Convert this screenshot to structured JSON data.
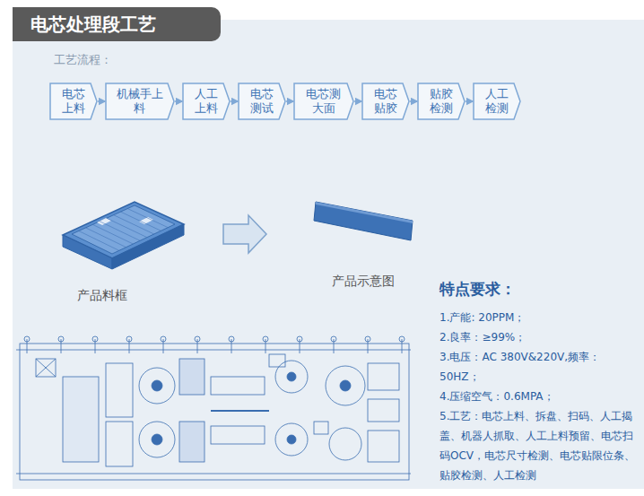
{
  "diagram": {
    "title": "电芯处理段工艺",
    "nodes": [
      {
        "text": [
          "电芯 上料"
        ]
      },
      {
        "text": [
          "机械手上 料"
        ]
      },
      {
        "text": [
          "人工 上料"
        ]
      },
      {
        "text": [
          "电芯 测试"
        ]
      },
      {
        "text": [
          "电芯测 大面"
        ]
      },
      {
        "text": [
          "电芯 贴胶"
        ]
      },
      {
        "text": [
          "贴胶 检测"
        ]
      },
      {
        "text": [
          "人工 检测"
        ]
      }
    ],
    "edges": [
      {
        "from": 0,
        "to": 1,
        "arrow": "to"
      },
      {
        "from": 1,
        "to": 2,
        "arrow": "to"
      },
      {
        "from": 2,
        "to": 3,
        "arrow": "to"
      },
      {
        "from": 3,
        "to": 4,
        "arrow": "to"
      },
      {
        "from": 4,
        "to": 5,
        "arrow": "to"
      },
      {
        "from": 5,
        "to": 6,
        "arrow": "to"
      },
      {
        "from": 6,
        "to": 7,
        "arrow": "to"
      }
    ],
    "labels": [
      "工艺流程：",
      "产品料框",
      "产品示意图",
      "特点要求：",
      "1.产能: 20PPM；",
      "2.良率：≥99%；",
      "3.电压：AC 380V&220V,频率：50HZ；",
      "4.压缩空气：0.6MPA；",
      "5.工艺：电芯上料、拆盘、扫码、人工揭盖、机器人抓取、人工上料预留、电芯扫码OCV，电芯尺寸检测、电芯贴限位条、贴胶检测、人工检测"
    ]
  }
}
